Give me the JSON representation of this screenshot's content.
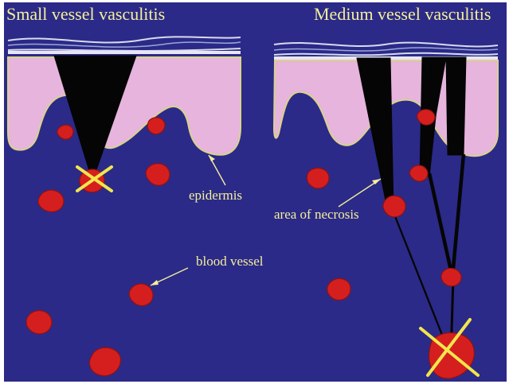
{
  "diagram": {
    "titles": {
      "small": "Small vessel vasculitis",
      "medium": "Medium vessel vasculitis"
    },
    "labels": {
      "epidermis": "epidermis",
      "area_of_necrosis": "area of necrosis",
      "blood_vessel": "blood vessel"
    },
    "colors": {
      "background": "#2b2a88",
      "text": "#f4ef9a",
      "skin": "#e6b4dc",
      "vessel": "#d51f1f",
      "necrosis": "#050505",
      "cross": "#f2e64b"
    }
  }
}
